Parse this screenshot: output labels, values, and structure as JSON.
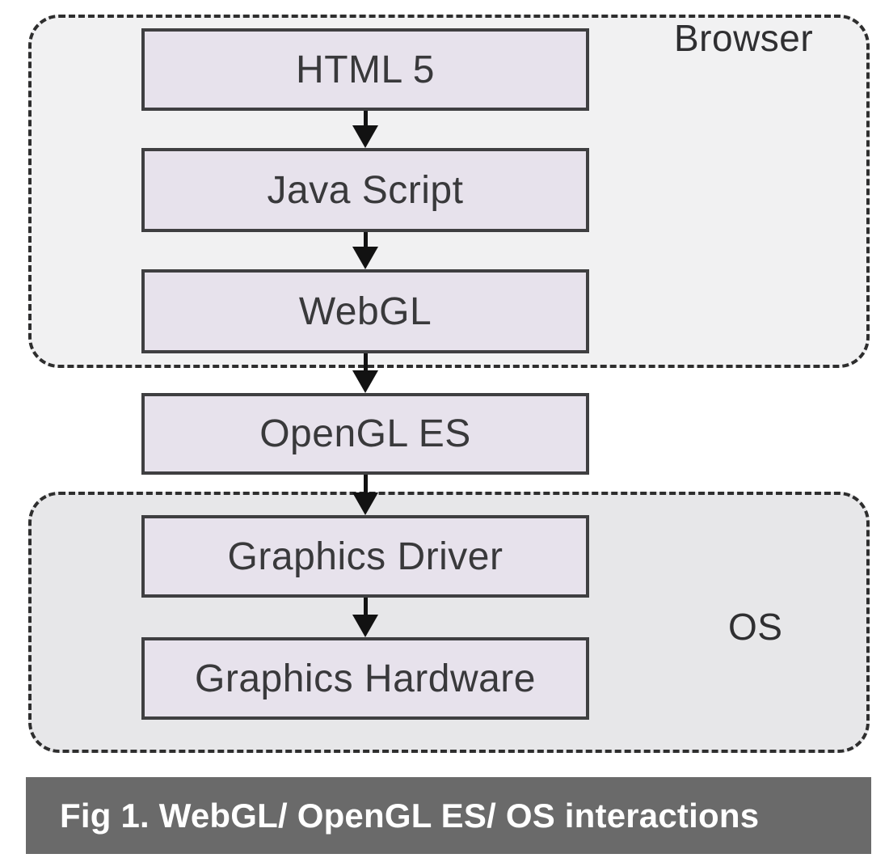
{
  "diagram": {
    "groups": [
      {
        "id": "browser",
        "label": "Browser"
      },
      {
        "id": "os",
        "label": "OS"
      }
    ],
    "nodes": [
      {
        "id": "html5",
        "label": "HTML 5",
        "group": "browser"
      },
      {
        "id": "javascript",
        "label": "Java Script",
        "group": "browser"
      },
      {
        "id": "webgl",
        "label": "WebGL",
        "group": "browser"
      },
      {
        "id": "opengl_es",
        "label": "OpenGL ES",
        "group": "none"
      },
      {
        "id": "graphics_driver",
        "label": "Graphics Driver",
        "group": "os"
      },
      {
        "id": "graphics_hardware",
        "label": "Graphics Hardware",
        "group": "os"
      }
    ],
    "edges": [
      {
        "from": "HTML 5",
        "to": "Java Script"
      },
      {
        "from": "Java Script",
        "to": "WebGL"
      },
      {
        "from": "WebGL",
        "to": "OpenGL ES"
      },
      {
        "from": "OpenGL ES",
        "to": "Graphics Driver"
      },
      {
        "from": "Graphics Driver",
        "to": "Graphics Hardware"
      }
    ],
    "caption": "Fig 1. WebGL/ OpenGL ES/ OS interactions",
    "colors": {
      "node_fill": "#e7e2ec",
      "node_border": "#3f3f41",
      "browser_group_fill": "#f1f1f2",
      "os_group_fill": "#e7e7e9",
      "dashed_border": "#2e2e2e",
      "arrow": "#121212",
      "caption_bg": "#6a6a6a",
      "caption_text": "#ffffff",
      "page_bg": "#ffffff"
    }
  }
}
